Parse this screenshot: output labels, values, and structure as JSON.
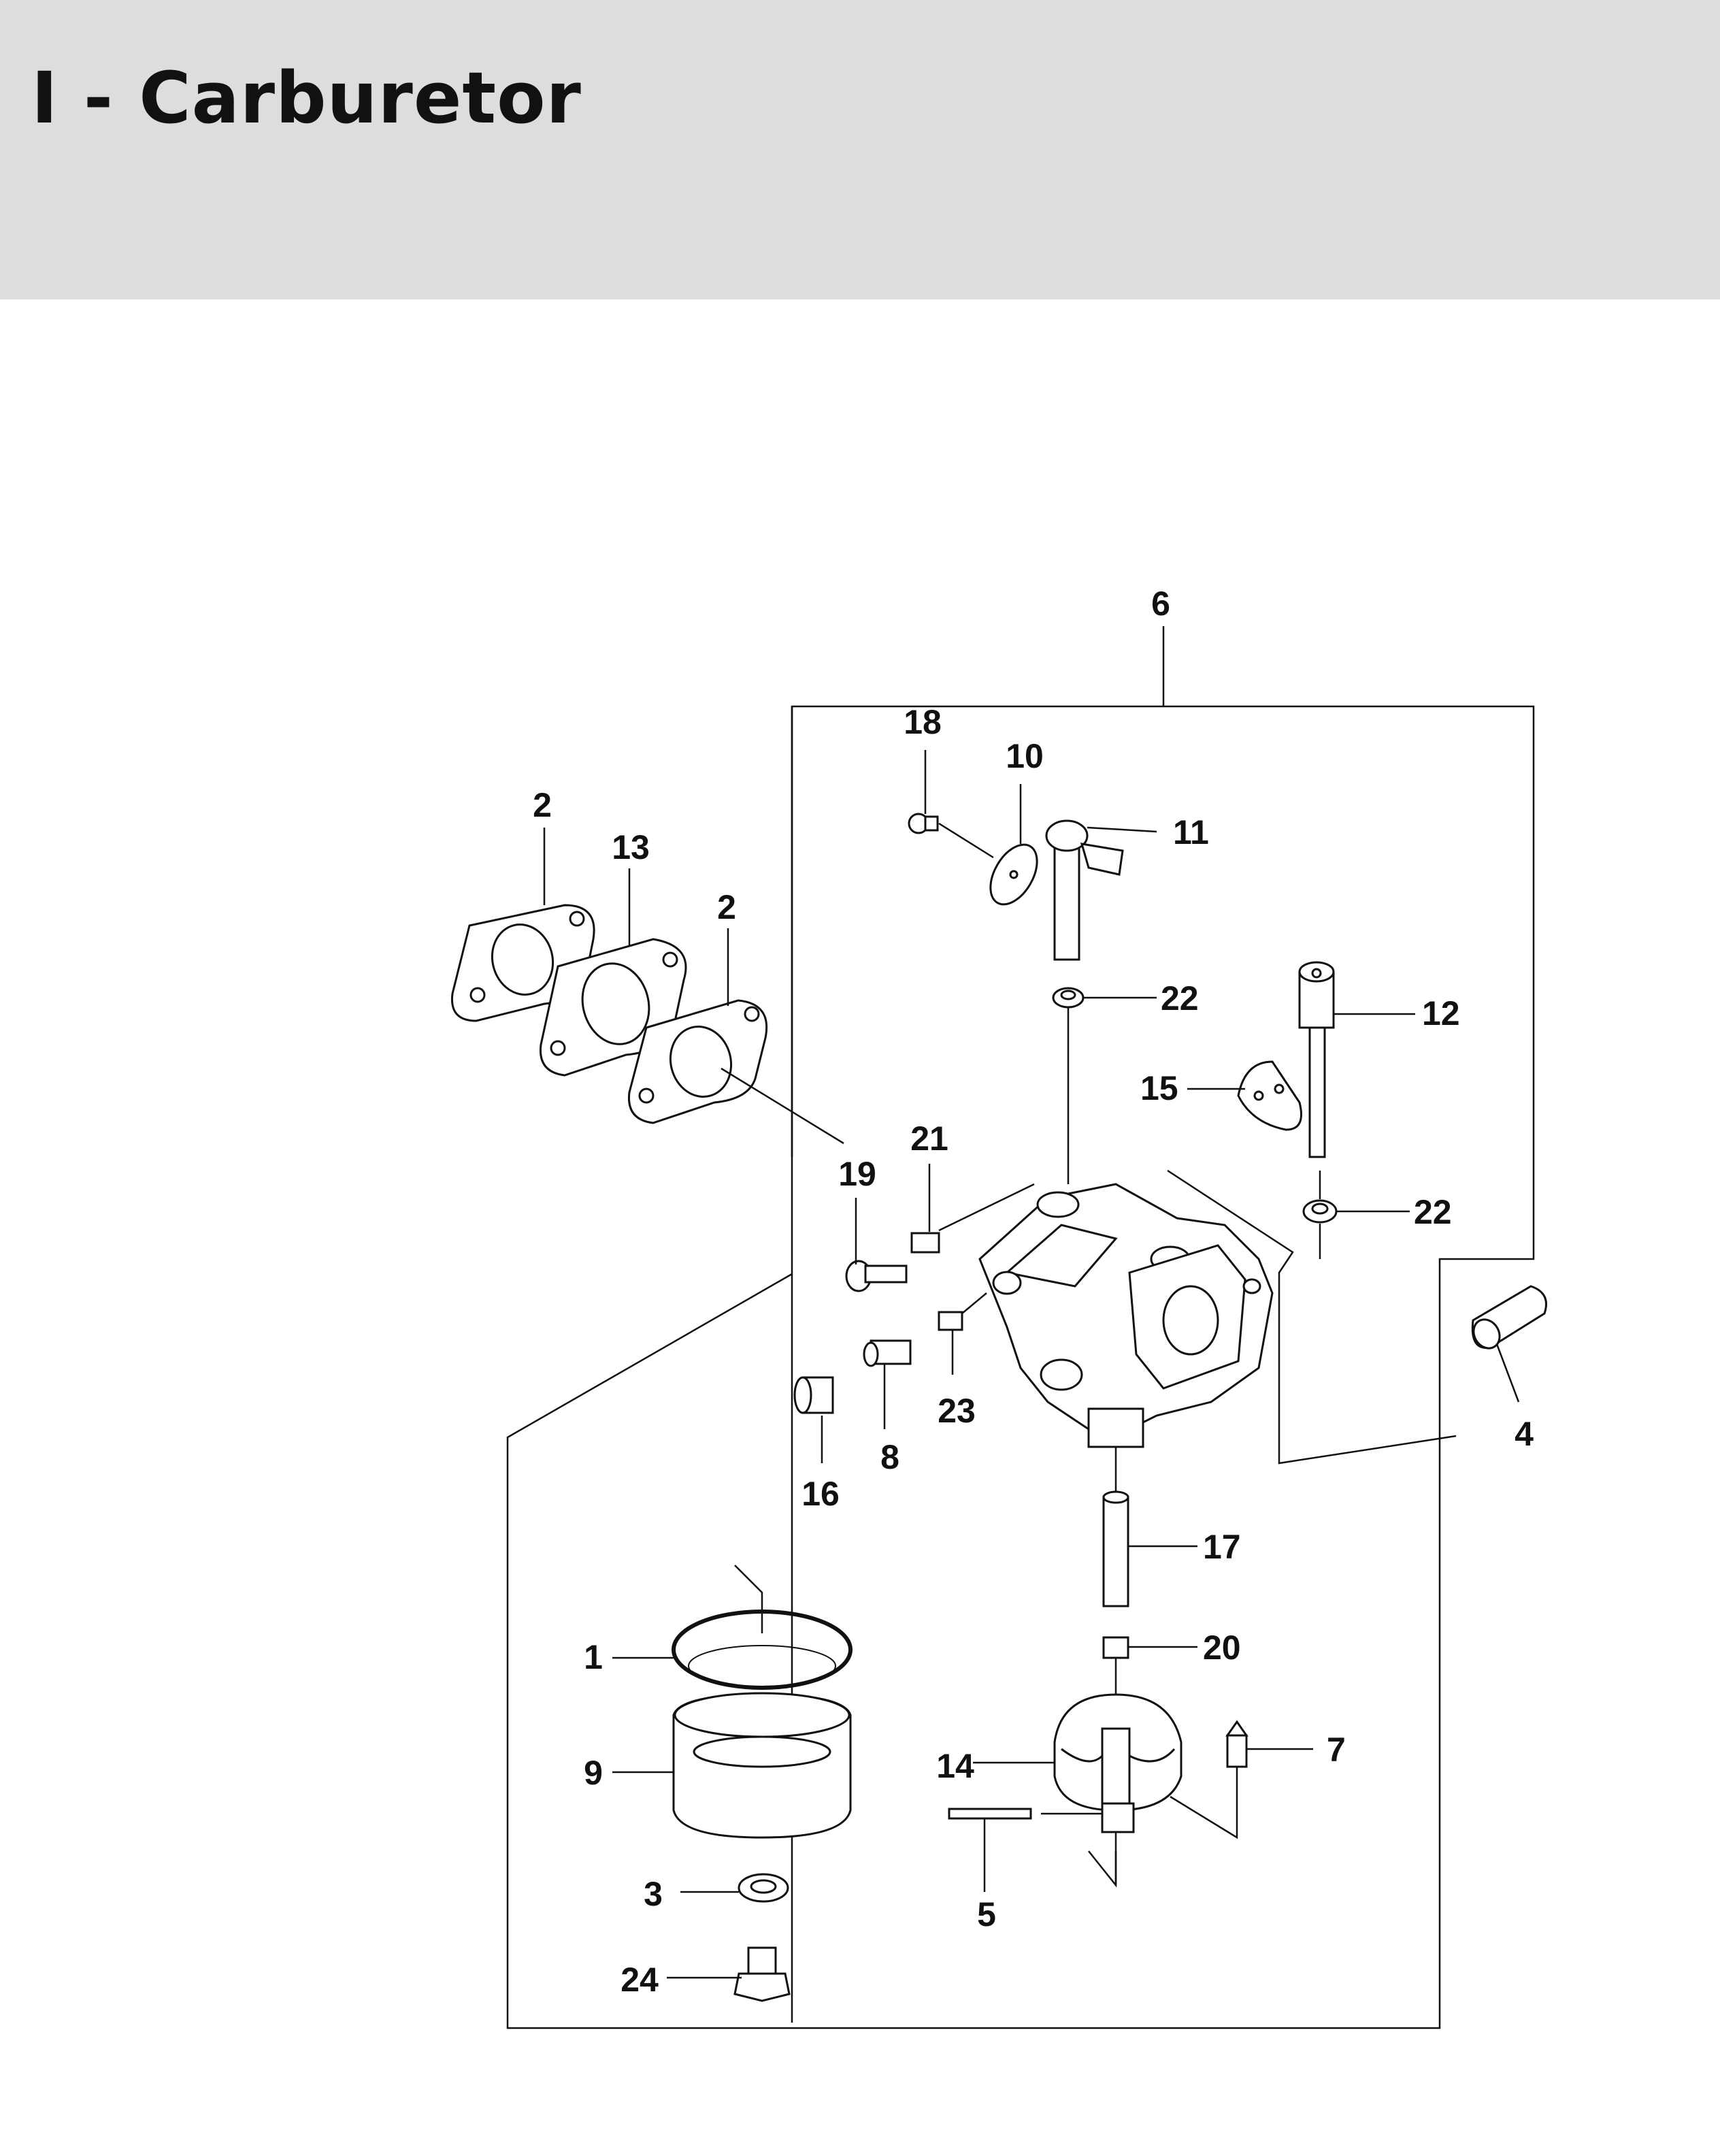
{
  "page": {
    "title": "I - Carburetor"
  },
  "diagram": {
    "callouts": [
      {
        "id": "6",
        "text": "6"
      },
      {
        "id": "18",
        "text": "18"
      },
      {
        "id": "10",
        "text": "10"
      },
      {
        "id": "11",
        "text": "11"
      },
      {
        "id": "2a",
        "text": "2"
      },
      {
        "id": "13",
        "text": "13"
      },
      {
        "id": "2b",
        "text": "2"
      },
      {
        "id": "22a",
        "text": "22"
      },
      {
        "id": "12",
        "text": "12"
      },
      {
        "id": "15",
        "text": "15"
      },
      {
        "id": "21",
        "text": "21"
      },
      {
        "id": "19",
        "text": "19"
      },
      {
        "id": "22b",
        "text": "22"
      },
      {
        "id": "23",
        "text": "23"
      },
      {
        "id": "8",
        "text": "8"
      },
      {
        "id": "16",
        "text": "16"
      },
      {
        "id": "4",
        "text": "4"
      },
      {
        "id": "17",
        "text": "17"
      },
      {
        "id": "20",
        "text": "20"
      },
      {
        "id": "1",
        "text": "1"
      },
      {
        "id": "9",
        "text": "9"
      },
      {
        "id": "14",
        "text": "14"
      },
      {
        "id": "7",
        "text": "7"
      },
      {
        "id": "5",
        "text": "5"
      },
      {
        "id": "3",
        "text": "3"
      },
      {
        "id": "24",
        "text": "24"
      }
    ]
  }
}
